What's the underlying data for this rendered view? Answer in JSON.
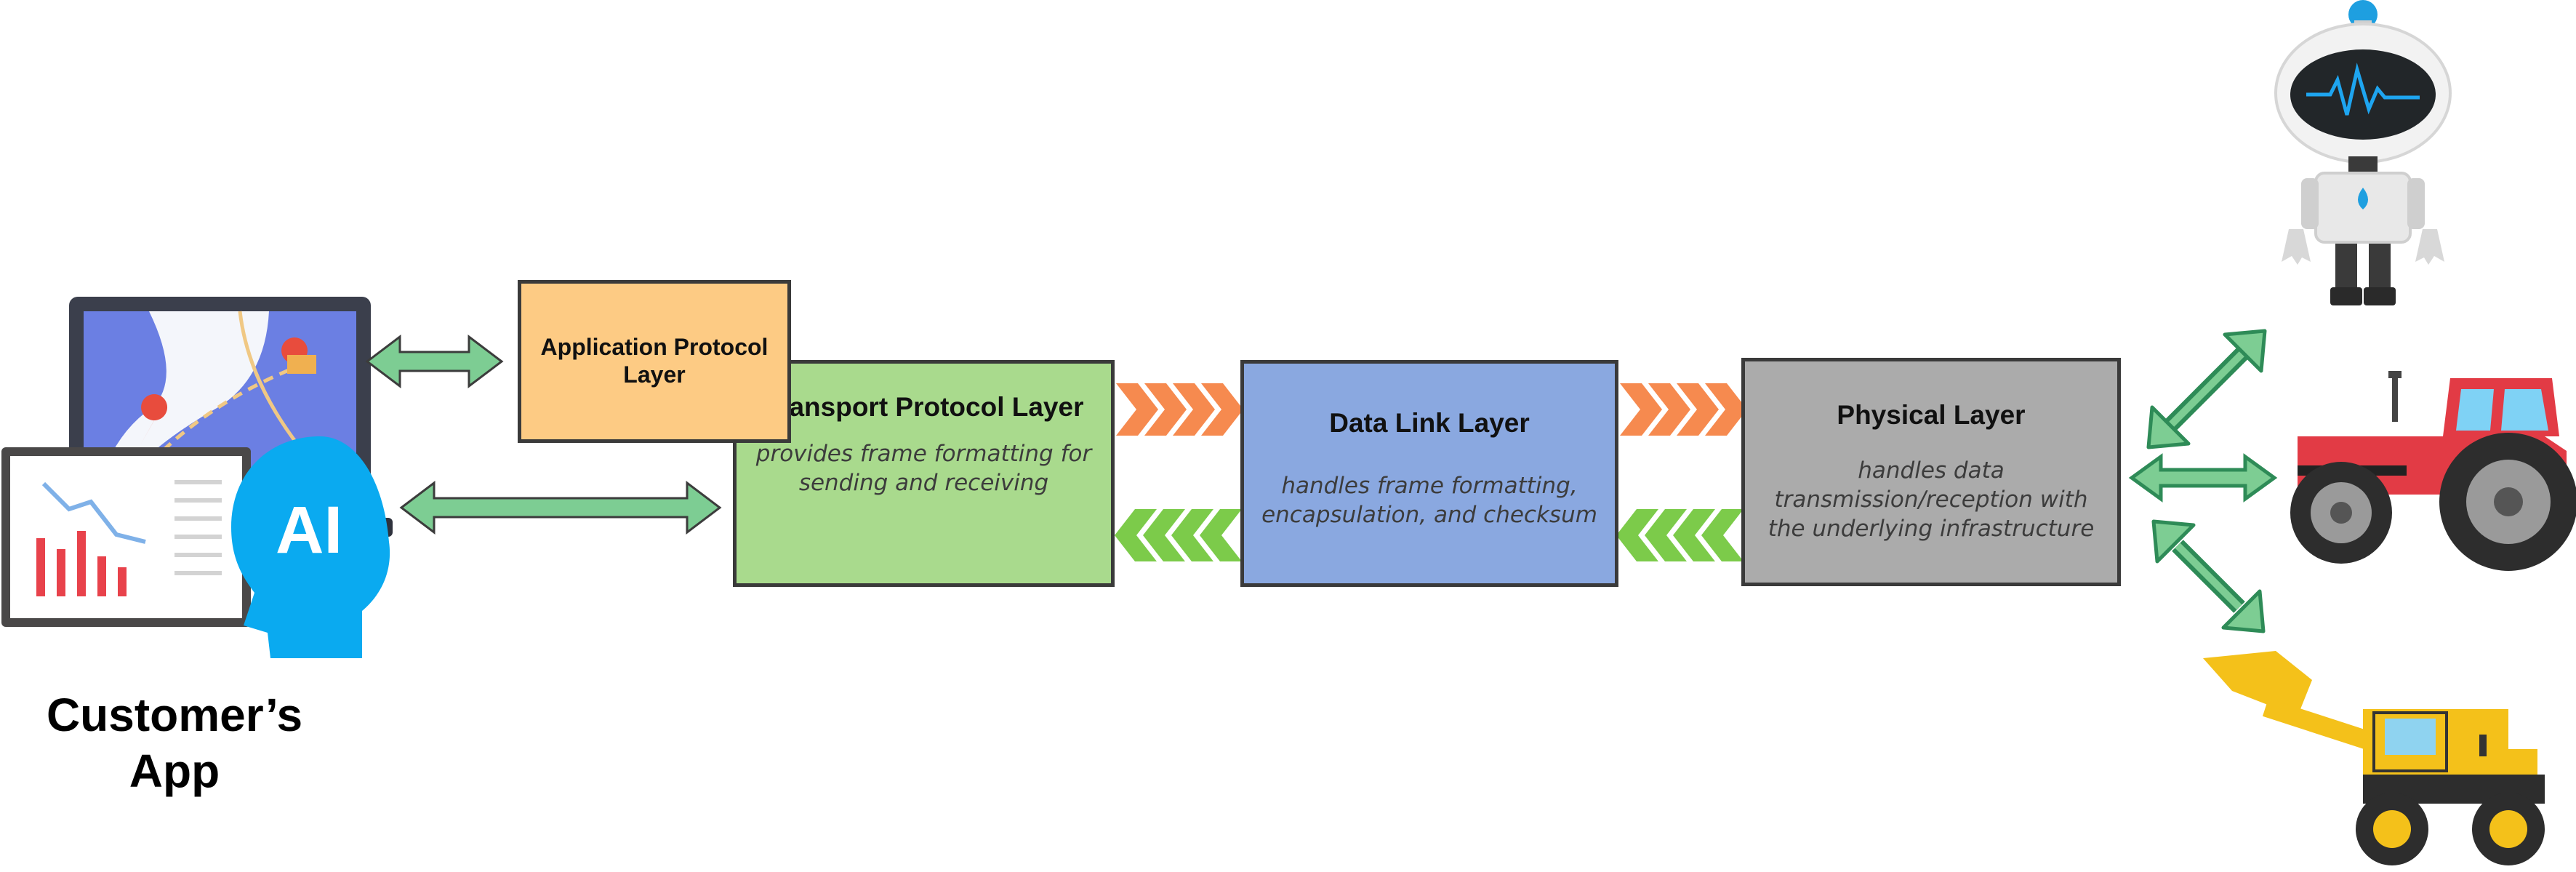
{
  "customer_app": {
    "label": "Customer’s\nApp",
    "ai_text": "AI"
  },
  "layers": {
    "application": {
      "title": "Application Protocol Layer",
      "color": "#fdcb84"
    },
    "transport": {
      "title": "Transport Protocol Layer",
      "description": "provides frame formatting for sending and receiving",
      "color": "#a9da8d"
    },
    "data_link": {
      "title": "Data Link Layer",
      "description": "handles frame formatting, encapsulation, and checksum",
      "color": "#8aa8e0"
    },
    "physical": {
      "title": "Physical Layer",
      "description": "handles data transmission/reception with the underlying infrastructure",
      "color": "#ababab"
    }
  },
  "colors": {
    "bidirectional_arrow": "#7dcd93",
    "forward_chevrons": "#f68a4f",
    "return_chevrons": "#7ccb4a",
    "device_arrow": "#2e8b57"
  },
  "icons": [
    "laptop-map-icon",
    "dashboard-chart-icon",
    "ai-head-icon",
    "robot-icon",
    "tractor-icon",
    "wheel-loader-icon"
  ]
}
